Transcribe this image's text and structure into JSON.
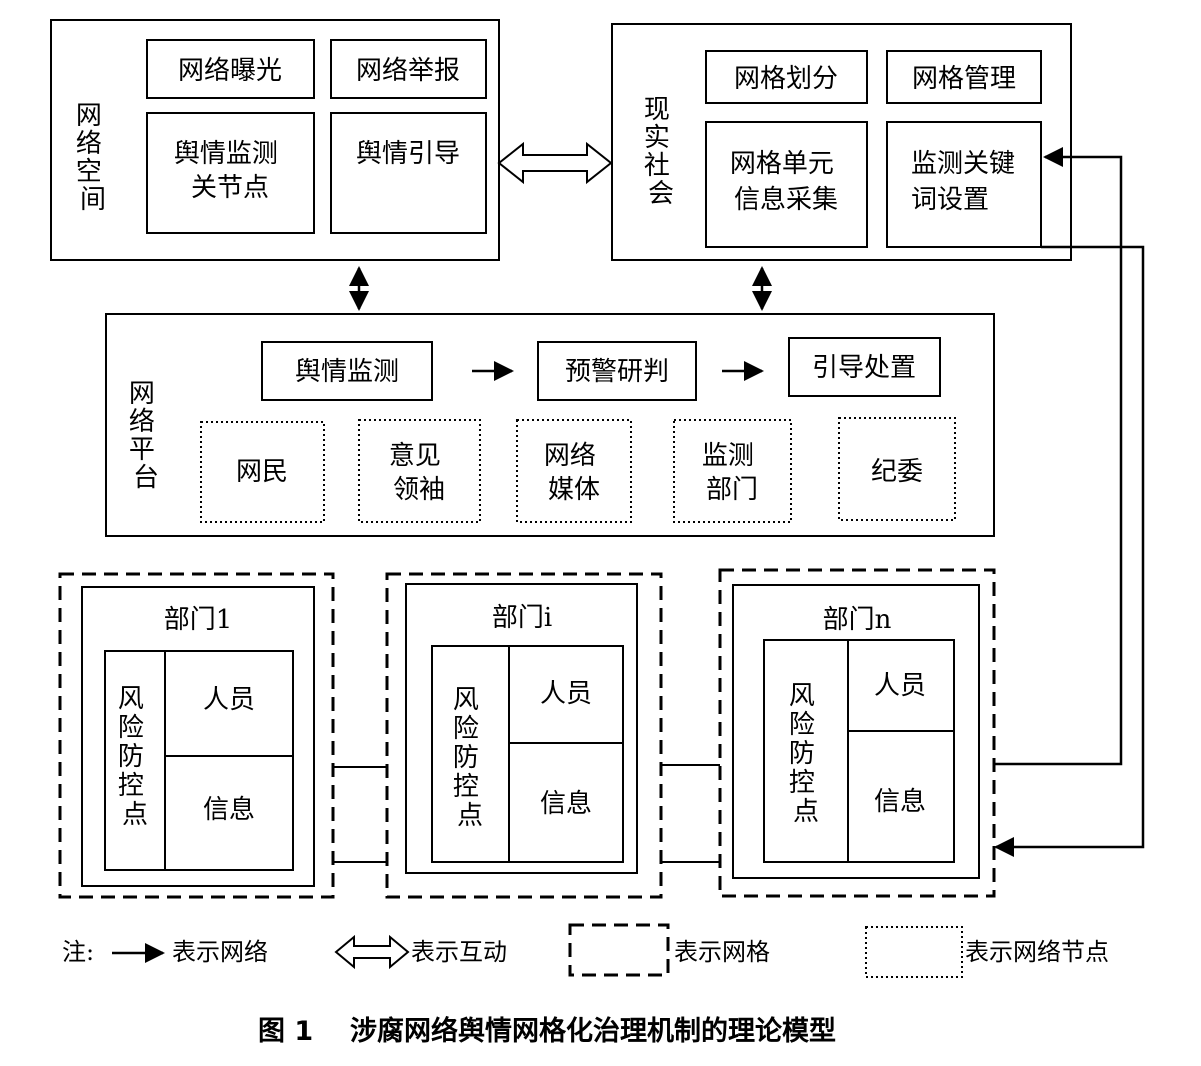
{
  "network_space": {
    "label": [
      "网",
      "络",
      "空",
      "间"
    ],
    "exposure": "网络曝光",
    "report": "网络举报",
    "monitor_node": [
      "舆情监测",
      "关节点"
    ],
    "guidance": "舆情引导"
  },
  "real_society": {
    "label": [
      "现",
      "实",
      "社",
      "会"
    ],
    "grid_division": "网格划分",
    "grid_management": "网格管理",
    "grid_unit": [
      "网格单元",
      "信息采集"
    ],
    "keyword_setting": [
      "监测关键",
      "词设置"
    ]
  },
  "platform": {
    "label": [
      "网",
      "络",
      "平",
      "台"
    ],
    "flow": [
      "舆情监测",
      "预警研判",
      "引导处置"
    ],
    "nodes": [
      [
        "网民"
      ],
      [
        "意见",
        "领袖"
      ],
      [
        "网络",
        "媒体"
      ],
      [
        "监测",
        "部门"
      ],
      [
        "纪委"
      ]
    ]
  },
  "departments": [
    {
      "title": "部门1",
      "risk": [
        "风",
        "险",
        "防",
        "控",
        "点"
      ],
      "personnel": "人员",
      "info": "信息"
    },
    {
      "title": "部门i",
      "risk": [
        "风",
        "险",
        "防",
        "控",
        "点"
      ],
      "personnel": "人员",
      "info": "信息"
    },
    {
      "title": "部门n",
      "risk": [
        "风",
        "险",
        "防",
        "控",
        "点"
      ],
      "personnel": "人员",
      "info": "信息"
    }
  ],
  "legend": {
    "note": "注:",
    "arrow": "表示网络",
    "double_arrow": "表示互动",
    "dashed": "表示网格",
    "dotted": "表示网络节点"
  },
  "caption": {
    "number": "图 1",
    "title": "涉腐网络舆情网格化治理机制的理论模型"
  }
}
